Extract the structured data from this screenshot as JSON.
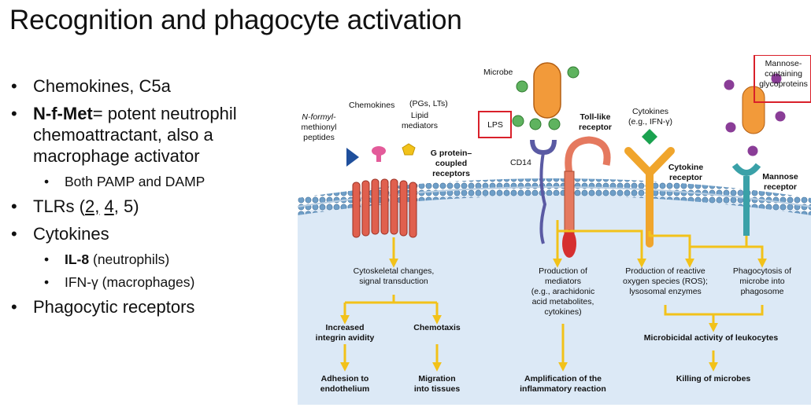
{
  "slide": {
    "title": "Recognition and phagocyte activation"
  },
  "bullets": {
    "chemokines": "Chemokines, C5a",
    "nfmet_bold": "N-f-Met",
    "nfmet_line1": "= potent neutrophil",
    "nfmet_line2": "chemoattractant, also a",
    "nfmet_line3": "macrophage activator",
    "pamp_damp": "Both PAMP and DAMP",
    "tlr_prefix": "TLRs (",
    "tlr_2": "2,",
    "tlr_4": "4",
    "tlr_suffix": ", 5)",
    "cytokines": "Cytokines",
    "il8_bold": "IL-8",
    "il8_rest": " (neutrophils)",
    "ifn": "IFN-γ (macrophages)",
    "phago": "Phagocytic receptors"
  },
  "diagram": {
    "microbe": "Microbe",
    "chemokines": "Chemokines",
    "pgs_lts": "(PGs, LTs)",
    "lipid1": "Lipid",
    "lipid2": "mediators",
    "nf1": "N-formyl-",
    "nf2": "methionyl",
    "nf3": "peptides",
    "lps": "LPS",
    "tlr1": "Toll-like",
    "tlr2": "receptor",
    "cytok1": "Cytokines",
    "cytok2": "(e.g., IFN-γ)",
    "mann1": "Mannose-",
    "mann2": "containing",
    "mann3": "glycoproteins",
    "gpcr1": "G protein–",
    "gpcr2": "coupled",
    "gpcr3": "receptors",
    "cd14": "CD14",
    "cytrec1": "Cytokine",
    "cytrec2": "receptor",
    "mannrec1": "Mannose",
    "mannrec2": "receptor",
    "cyto1": "Cytoskeletal changes,",
    "cyto2": "signal transduction",
    "prodmed1": "Production of",
    "prodmed2": "mediators",
    "prodmed3": "(e.g., arachidonic",
    "prodmed4": "acid metabolites,",
    "prodmed5": "cytokines)",
    "ros1": "Production of reactive",
    "ros2": "oxygen species (ROS);",
    "ros3": "lysosomal enzymes",
    "phago1": "Phagocytosis of",
    "phago2": "microbe into",
    "phago3": "phagosome",
    "integrin1": "Increased",
    "integrin2": "integrin avidity",
    "chemotaxis": "Chemotaxis",
    "microbicidal": "Microbicidal activity of leukocytes",
    "adh1": "Adhesion to",
    "adh2": "endothelium",
    "mig1": "Migration",
    "mig2": "into tissues",
    "amp1": "Amplification of the",
    "amp2": "inflammatory reaction",
    "killing": "Killing of microbes"
  },
  "colors": {
    "cytoplasm": "#dce9f6",
    "membrane_bead": "#6f9fc8",
    "arrow": "#f2c21a",
    "microbe": "#f29a3a",
    "gpcr": "#e0604e",
    "highlight_box": "#d9202a"
  }
}
